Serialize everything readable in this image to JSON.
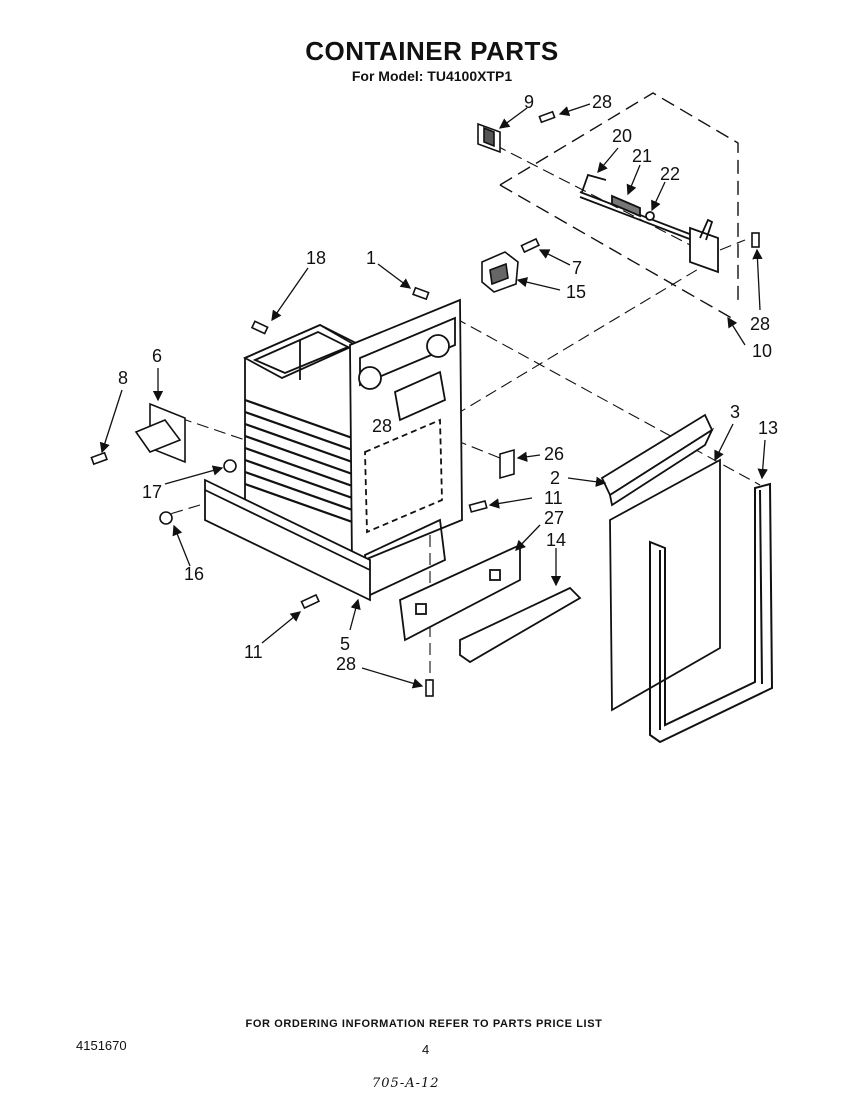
{
  "header": {
    "title": "CONTAINER PARTS",
    "subtitle": "For Model: TU4100XTP1"
  },
  "callouts": [
    {
      "id": "c9",
      "label": "9"
    },
    {
      "id": "c28a",
      "label": "28"
    },
    {
      "id": "c20",
      "label": "20"
    },
    {
      "id": "c21",
      "label": "21"
    },
    {
      "id": "c22",
      "label": "22"
    },
    {
      "id": "c18",
      "label": "18"
    },
    {
      "id": "c1",
      "label": "1"
    },
    {
      "id": "c7",
      "label": "7"
    },
    {
      "id": "c15",
      "label": "15"
    },
    {
      "id": "c28b",
      "label": "28"
    },
    {
      "id": "c10",
      "label": "10"
    },
    {
      "id": "c6",
      "label": "6"
    },
    {
      "id": "c8",
      "label": "8"
    },
    {
      "id": "c28c",
      "label": "28"
    },
    {
      "id": "c3",
      "label": "3"
    },
    {
      "id": "c13",
      "label": "13"
    },
    {
      "id": "c26",
      "label": "26"
    },
    {
      "id": "c2",
      "label": "2"
    },
    {
      "id": "c17",
      "label": "17"
    },
    {
      "id": "c11a",
      "label": "11"
    },
    {
      "id": "c27",
      "label": "27"
    },
    {
      "id": "c14",
      "label": "14"
    },
    {
      "id": "c16",
      "label": "16"
    },
    {
      "id": "c11b",
      "label": "11"
    },
    {
      "id": "c5",
      "label": "5"
    },
    {
      "id": "c28d",
      "label": "28"
    }
  ],
  "footer": {
    "note": "FOR ORDERING INFORMATION REFER TO PARTS PRICE LIST",
    "doc_number": "4151670",
    "page_number": "4",
    "handwritten": "705-A-12"
  }
}
